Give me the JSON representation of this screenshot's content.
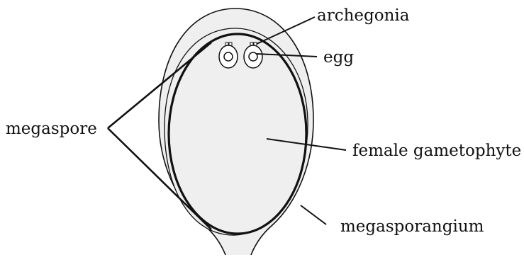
{
  "labels": {
    "archegonia": "archegonia",
    "egg": "egg",
    "megaspore": "megaspore",
    "female_gametophyte": "female gametophyte",
    "megasporangium": "megasporangium"
  },
  "colors": {
    "stroke": "#111111",
    "fill": "#efefef",
    "background": "#ffffff"
  }
}
